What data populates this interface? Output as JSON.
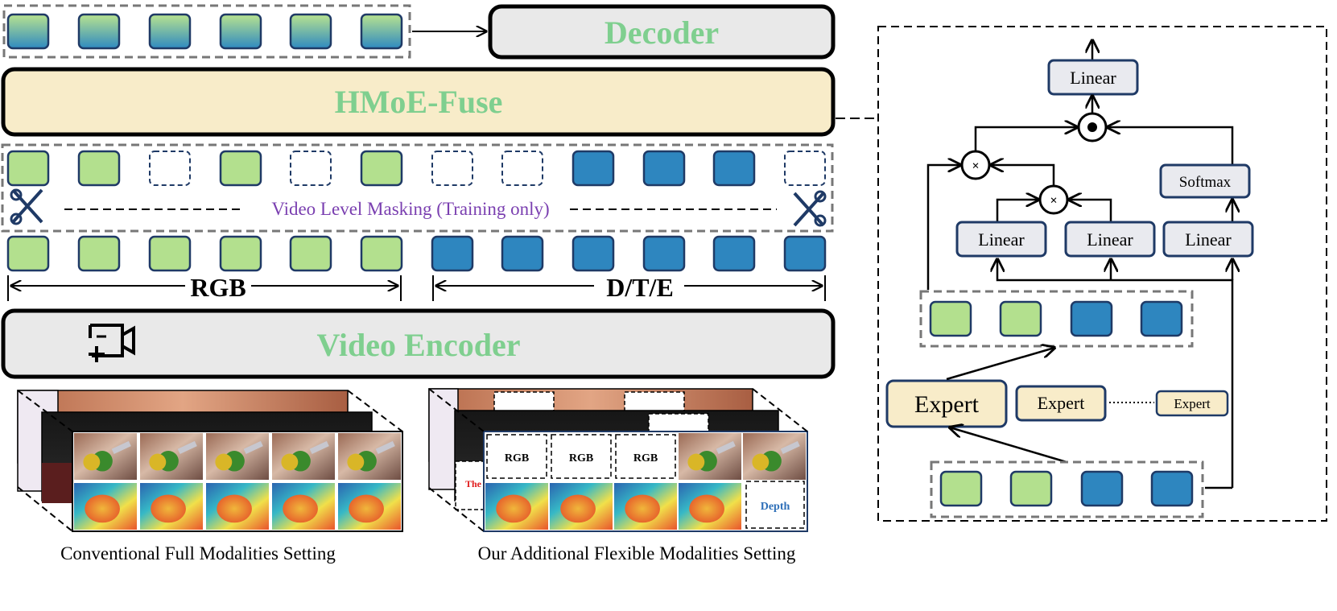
{
  "colors": {
    "green_token": "#b3e08e",
    "blue_token": "#2e86bf",
    "accent_text": "#7fcf8f",
    "fuse_fill": "#f8ecc9",
    "box_fill": "#e8e8e8",
    "mask_text": "#7a3fb0",
    "expert_fill": "#f8ecc9",
    "small_box_fill": "#e9eaef",
    "small_box_border": "#1f3a66"
  },
  "left": {
    "decoder_label": "Decoder",
    "fuse_label": "HMoE-Fuse",
    "masking_label": "Video Level Masking (Training only)",
    "rgb_label": "RGB",
    "dte_label": "D/T/E",
    "encoder_label": "Video Encoder",
    "camera_icon": "video-add-icon",
    "scissors_icon": "scissors-icon"
  },
  "bottom": {
    "conventional_caption": "Conventional Full Modalities Setting",
    "flexible_caption": "Our Additional Flexible Modalities Setting",
    "placeholder_rgb": "RGB",
    "placeholder_depth": "Depth",
    "placeholder_thermal_fragment": "The",
    "placeholder_rgb_fragment": "RGB"
  },
  "right": {
    "linear_top": "Linear",
    "linear_1": "Linear",
    "linear_2": "Linear",
    "linear_3": "Linear",
    "softmax": "Softmax",
    "expert_1": "Expert",
    "expert_2": "Expert",
    "expert_3": "Expert",
    "multiply_icon": "multiply-icon",
    "dot_product_icon": "elementwise-product-icon"
  },
  "tokens": {
    "decoder_row": [
      "grad",
      "grad",
      "grad",
      "grad",
      "grad",
      "grad"
    ],
    "masked_row": [
      "green",
      "green",
      "empty",
      "green",
      "empty",
      "green",
      "empty",
      "empty",
      "blue",
      "blue",
      "blue",
      "empty"
    ],
    "input_row": [
      "green",
      "green",
      "green",
      "green",
      "green",
      "green",
      "blue",
      "blue",
      "blue",
      "blue",
      "blue",
      "blue"
    ],
    "expert_mid_row": [
      "green",
      "green",
      "blue",
      "blue"
    ],
    "expert_bottom_row": [
      "green",
      "green",
      "blue",
      "blue"
    ]
  }
}
